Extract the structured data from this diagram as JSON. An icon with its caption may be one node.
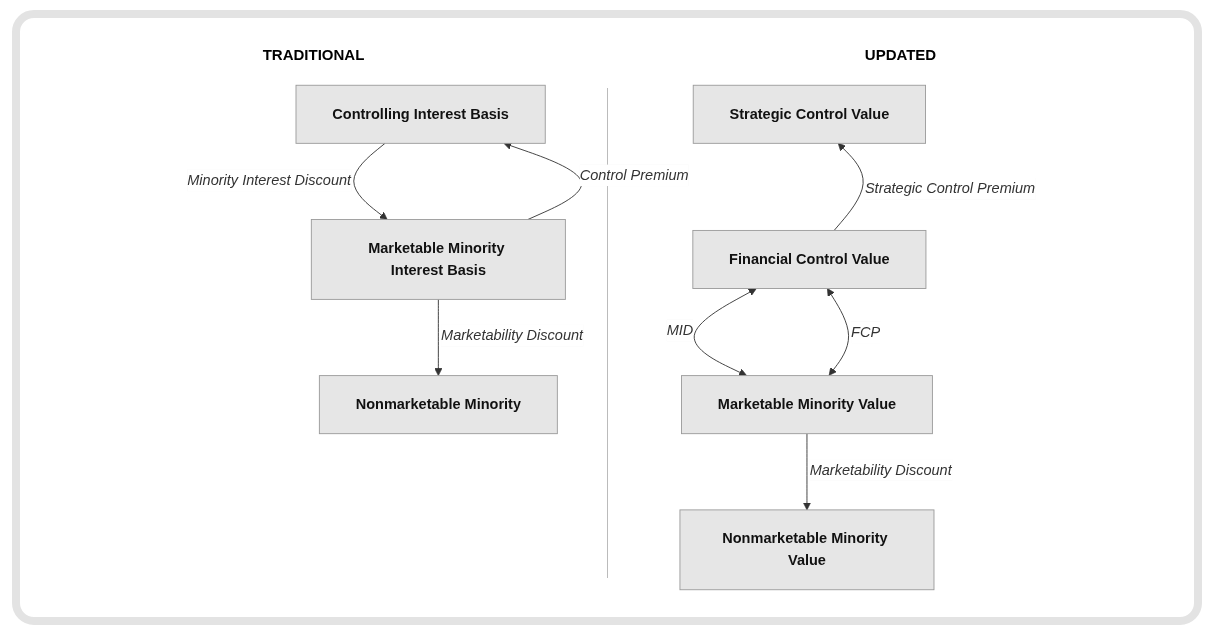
{
  "diagram": {
    "nodes": [
      {
        "text": [
          "Controlling Interest Basis"
        ]
      },
      {
        "text": [
          "Marketable Minority Interest Basis"
        ]
      },
      {
        "text": [
          "Nonmarketable Minority"
        ]
      },
      {
        "text": [
          "Strategic Control Value"
        ]
      },
      {
        "text": [
          "Financial Control Value"
        ]
      },
      {
        "text": [
          "Marketable Minority Value"
        ]
      },
      {
        "text": [
          "Nonmarketable Minority Value"
        ]
      }
    ],
    "edges": [
      {
        "from": 1,
        "to": 0,
        "arrow": "to",
        "label": "Control Premium"
      },
      {
        "from": 0,
        "to": 1,
        "arrow": "to",
        "label": "Minority Interest Discount"
      },
      {
        "from": 1,
        "to": 2,
        "arrow": "to",
        "label": "Marketability Discount"
      },
      {
        "from": 4,
        "to": 3,
        "arrow": "to",
        "label": "Strategic Control Premium"
      },
      {
        "from": 5,
        "to": 4,
        "arrow": "both",
        "label": "FCP"
      },
      {
        "from": 4,
        "to": 5,
        "arrow": "both",
        "label": "MID"
      },
      {
        "from": 5,
        "to": 6,
        "arrow": "to",
        "label": "Marketability Discount"
      }
    ],
    "labels": [
      "TRADITIONAL",
      "UPDATED"
    ]
  }
}
